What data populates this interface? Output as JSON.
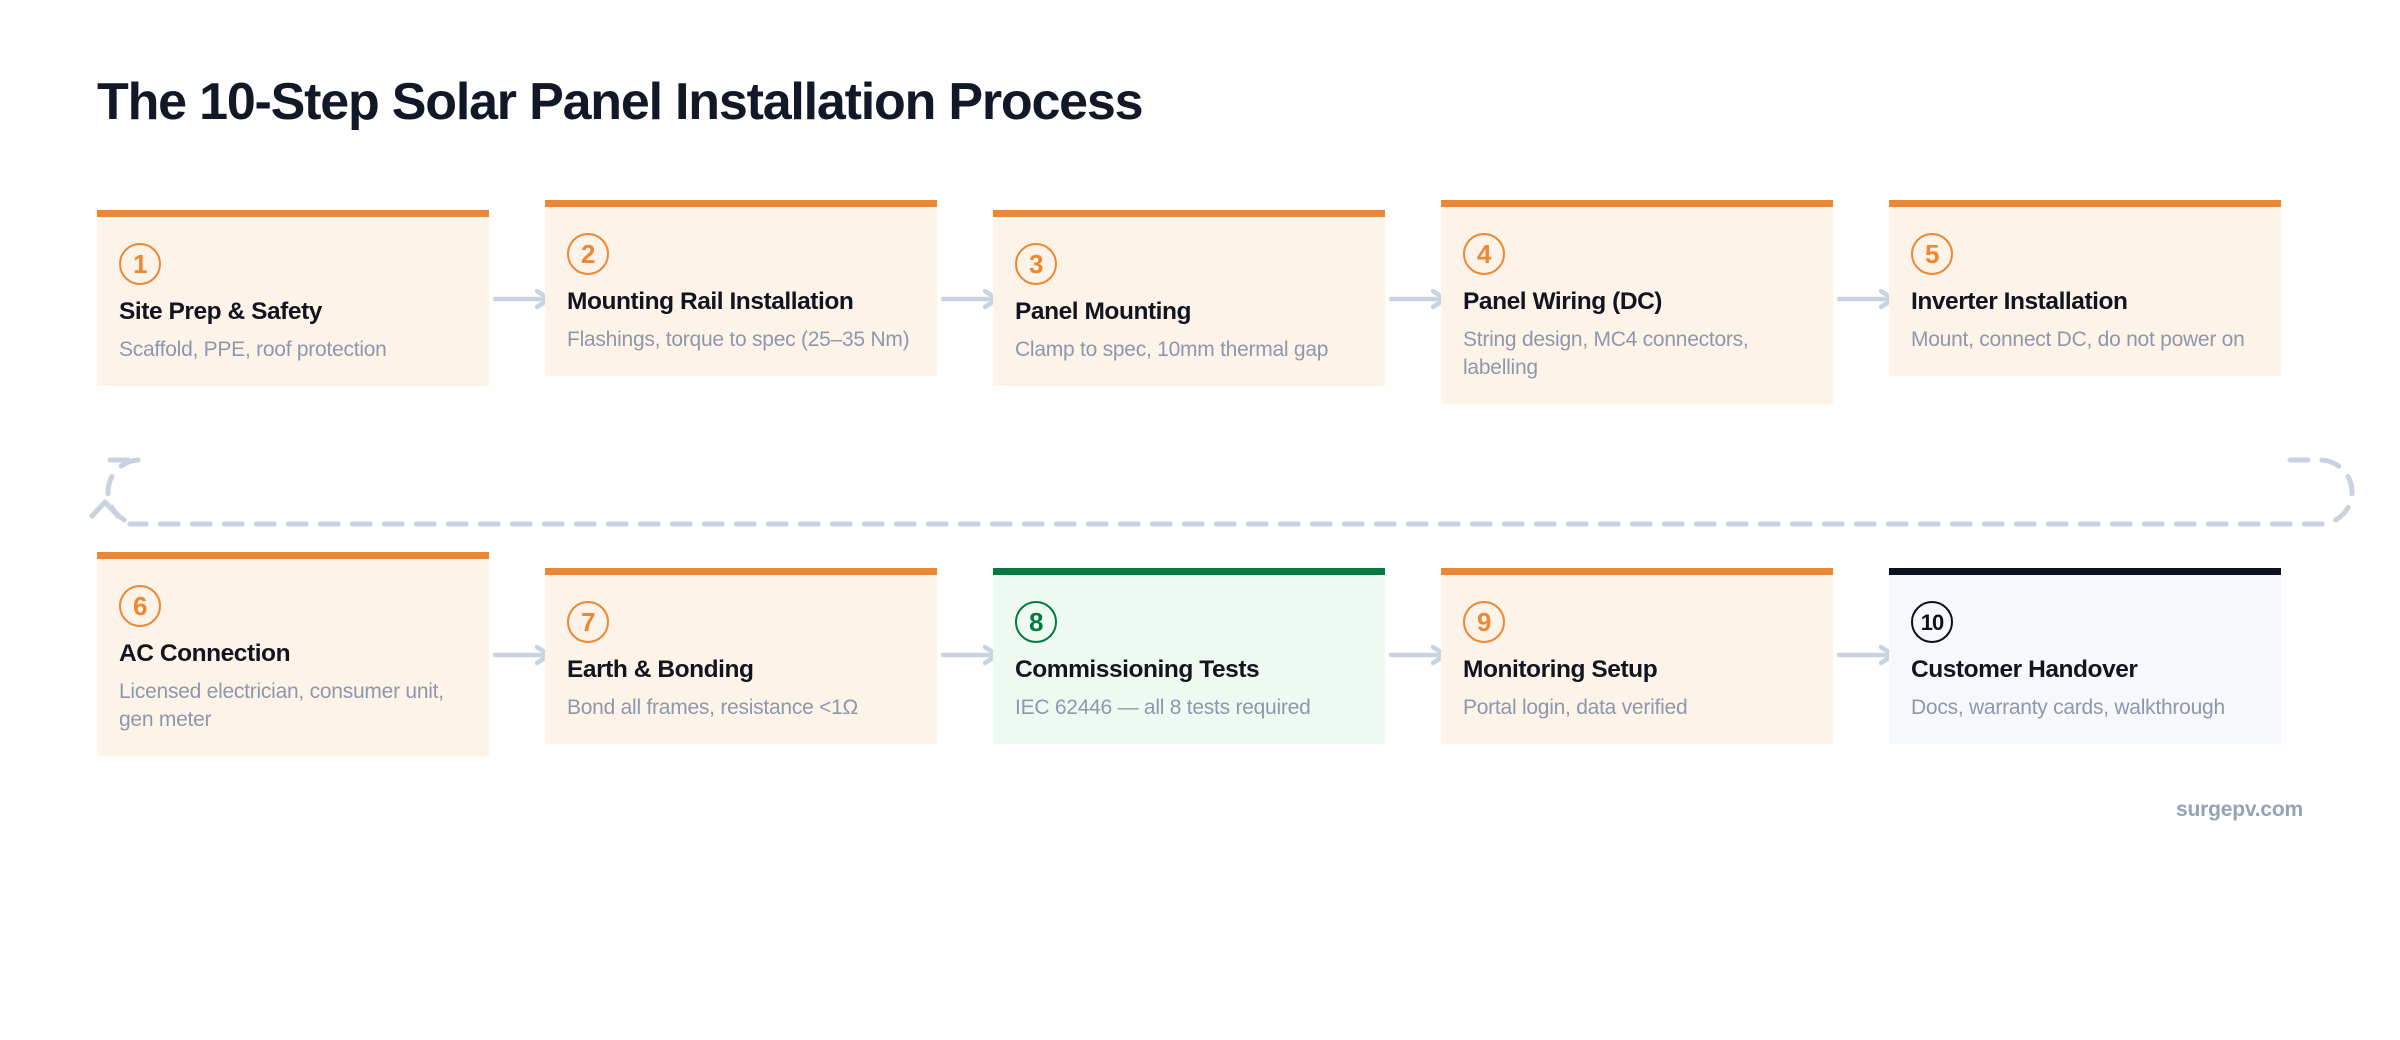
{
  "title": "The 10-Step Solar Panel Installation Process",
  "footer": "surgepv.com",
  "colors": {
    "accent_orange": "#ed8733",
    "accent_green": "#047a42",
    "accent_navy": "#0d1120",
    "card_bg_orange": "#fdf3e9",
    "card_bg_green": "#eefaf1",
    "card_bg_navy": "#f6f8fb",
    "title_text": "#111827",
    "body_text": "#8d98ac",
    "connector": "#c8d2e0"
  },
  "steps": [
    {
      "number": "1",
      "title": "Site Prep & Safety",
      "desc": "Scaffold, PPE, roof protection",
      "accent": "orange"
    },
    {
      "number": "2",
      "title": "Mounting Rail Installation",
      "desc": "Flashings, torque to spec (25–35 Nm)",
      "accent": "orange"
    },
    {
      "number": "3",
      "title": "Panel Mounting",
      "desc": "Clamp to spec, 10mm thermal gap",
      "accent": "orange"
    },
    {
      "number": "4",
      "title": "Panel Wiring (DC)",
      "desc": "String design, MC4 connectors, labelling",
      "accent": "orange"
    },
    {
      "number": "5",
      "title": "Inverter Installation",
      "desc": "Mount, connect DC, do not power on",
      "accent": "orange"
    },
    {
      "number": "6",
      "title": "AC Connection",
      "desc": "Licensed electrician, consumer unit, gen meter",
      "accent": "orange"
    },
    {
      "number": "7",
      "title": "Earth & Bonding",
      "desc": "Bond all frames, resistance <1Ω",
      "accent": "orange"
    },
    {
      "number": "8",
      "title": "Commissioning Tests",
      "desc": "IEC 62446 — all 8 tests required",
      "accent": "green"
    },
    {
      "number": "9",
      "title": "Monitoring Setup",
      "desc": "Portal login, data verified",
      "accent": "orange"
    },
    {
      "number": "10",
      "title": "Customer Handover",
      "desc": "Docs, warranty cards, walkthrough",
      "accent": "navy"
    }
  ]
}
